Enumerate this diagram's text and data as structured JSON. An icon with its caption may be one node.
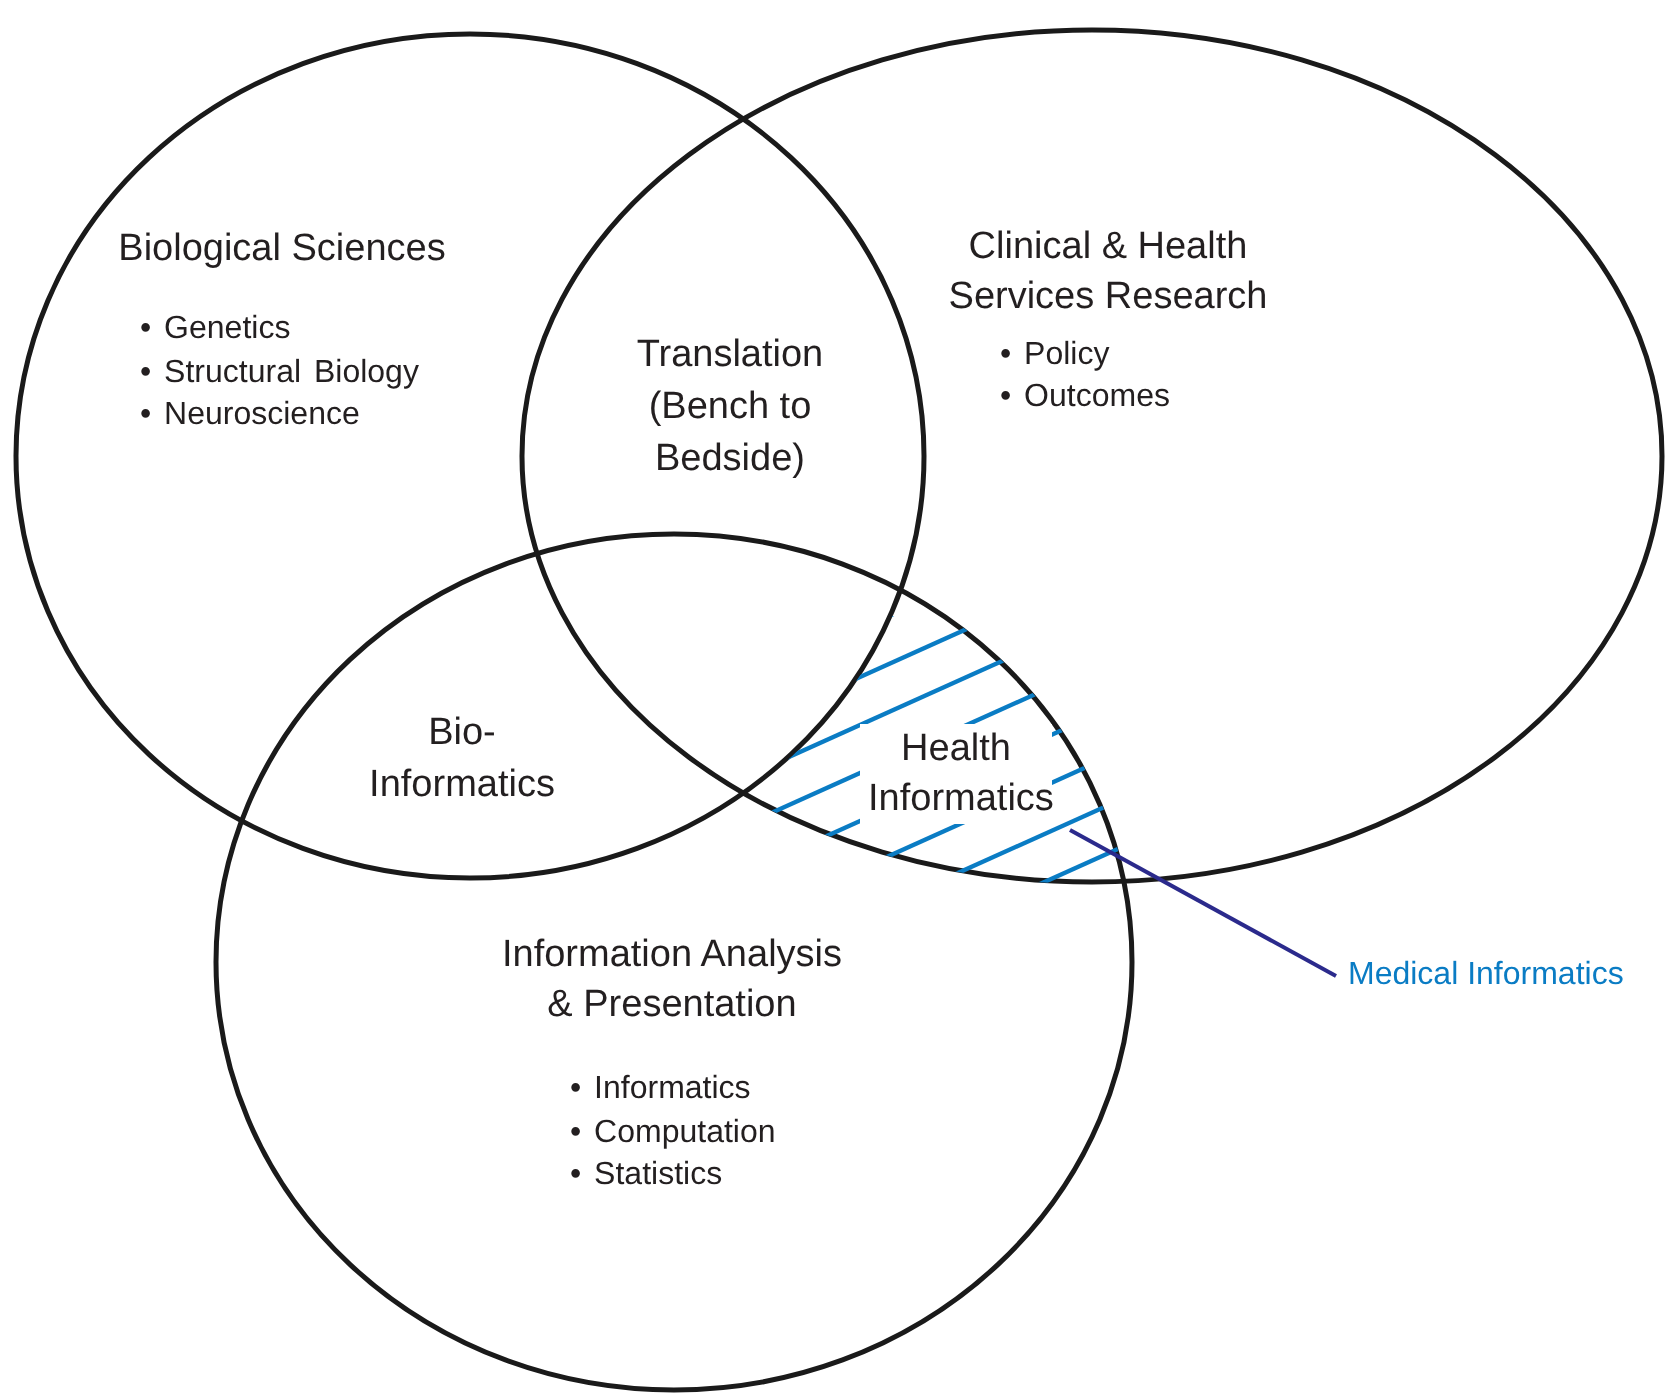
{
  "diagram": {
    "nodes": [
      {
        "text": [
          "Biological Sciences",
          "• Genetics",
          "• Structural Biology",
          "• Neuroscience"
        ]
      },
      {
        "text": [
          "Clinical & Health Services Research",
          "• Policy",
          "• Outcomes"
        ]
      },
      {
        "text": [
          "Information Analysis & Presentation",
          "• Informatics",
          "• Computation",
          "• Statistics"
        ]
      },
      {
        "text": [
          "Health Informatics"
        ]
      },
      {
        "text": [
          "Medical Informatics"
        ]
      }
    ],
    "edges": [
      {
        "from": 4,
        "to": 3,
        "arrow": "none",
        "color": "#2b2a8c"
      }
    ],
    "labels": [
      "Translation (Bench to Bedside)",
      "Bio- Informatics"
    ]
  }
}
